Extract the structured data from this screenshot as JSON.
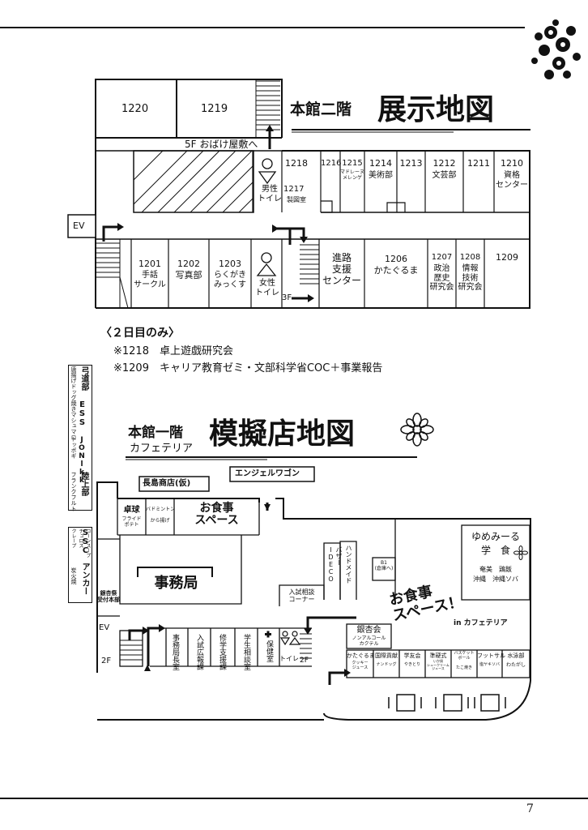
{
  "page": {
    "number": "7"
  },
  "floor2": {
    "title_prefix": "本館二階",
    "title_main": "展示地図",
    "obake": "5F おばけ屋敷へ",
    "ev": "EV",
    "stairs_3f": "3F",
    "rooms_top": [
      {
        "id": "1220",
        "label": "1220"
      },
      {
        "id": "1219",
        "label": "1219"
      }
    ],
    "rooms_upper": [
      {
        "id": "1218",
        "label": "1218"
      },
      {
        "id": "1217",
        "label": "1217",
        "sub": "製図室"
      },
      {
        "id": "1216",
        "label": "1216"
      },
      {
        "id": "1215",
        "label": "1215",
        "sub": "マドレーヌ\nメレンゲ"
      },
      {
        "id": "1214",
        "label": "1214",
        "sub": "美術部"
      },
      {
        "id": "1213",
        "label": "1213"
      },
      {
        "id": "1212",
        "label": "1212",
        "sub": "文芸部"
      },
      {
        "id": "1211",
        "label": "1211"
      },
      {
        "id": "1210",
        "label": "1210",
        "sub": "資格\nセンター"
      }
    ],
    "men_toilet": "男性\nトイレ",
    "women_toilet": "女性\nトイレ",
    "rooms_lower": [
      {
        "id": "1201",
        "label": "1201",
        "sub": "手話\nサークル"
      },
      {
        "id": "1202",
        "label": "1202",
        "sub": "写真部"
      },
      {
        "id": "1203",
        "label": "1203",
        "sub": "らくがき\nみっくす"
      },
      {
        "id": "shinro",
        "label": "進路\n支援\nセンター"
      },
      {
        "id": "1206",
        "label": "1206",
        "sub": "かたぐるま"
      },
      {
        "id": "1207",
        "label": "1207",
        "sub": "政治\n歴史\n研究会"
      },
      {
        "id": "1208",
        "label": "1208",
        "sub": "情報\n技術\n研究会"
      },
      {
        "id": "1209",
        "label": "1209"
      }
    ]
  },
  "notes": {
    "heading": "〈２日目のみ〉",
    "lines": [
      "※1218　卓上遊戯研究会",
      "※1209　キャリア教育ゼミ・文部科学省COC＋事業報告"
    ]
  },
  "side_tags": [
    {
      "main": "弓道部",
      "sub": "唐揚げドッグ"
    },
    {
      "main": "ESS",
      "sub": "焼きマシュマロ"
    },
    {
      "main": "JONlkk",
      "sub": "トッポギ"
    },
    {
      "main": "陸上部",
      "sub": "フランクフルト"
    },
    {
      "main": "SSC",
      "sub": "コーンスープ\nチュロス\nクレープ"
    },
    {
      "main": "アンカー",
      "sub": "炭火焼"
    }
  ],
  "floor1": {
    "title_prefix": "本館一階",
    "title_sub": "カフェテリア",
    "title_main": "模擬店地図",
    "nagashima": "長島商店(仮)",
    "angel": "エンジェルワゴン",
    "takkyu": "卓球",
    "takkyu_sub": "フライド\nポテト",
    "badminton": "バドミントン",
    "badminton_sub": "から揚げ",
    "oshokuji_space": "お食事\nスペース",
    "jimukyoku": "事務局",
    "ginkgo_reception": "銀杏祭\n受付本部",
    "ev": "EV",
    "stairs_2f_left": "2F",
    "stairs_2f_right": "2F",
    "bazaar": "バザー\nIDECO",
    "handmade": "ハンドメイド",
    "b1": "B1\n(倉庫へ)",
    "nyushi_soudan": "入試相談\nコーナー",
    "yumemi": "ゆめみーる\n学　食",
    "amami": "奄美　鶏飯\n沖縄　沖縄ソバ",
    "big_label": "お食事\nスペース！",
    "in_cafe": "in カフェテリア",
    "ginkgo_kai": "銀杏会",
    "ginkgo_kai_sub": "ノンアルコール\nカクテル",
    "offices": [
      {
        "label": "事務局長室"
      },
      {
        "label": "入試広報課"
      },
      {
        "label": "修学支援課"
      },
      {
        "label": "学生相談室"
      },
      {
        "label": "保健室"
      },
      {
        "label": "トイレ"
      }
    ],
    "stalls": [
      {
        "name": "かたぐるま",
        "item": "クッキー\nジュース"
      },
      {
        "name": "国際貢献",
        "item": "ナンドッグ"
      },
      {
        "name": "学友会",
        "item": "やきとり"
      },
      {
        "name": "準硬式",
        "item": "いか焼\nシュークリーム\nジュース"
      },
      {
        "name": "バスケット\nボール",
        "item": "たこ焼き"
      },
      {
        "name": "フットサル",
        "item": "塩ヤキソバ"
      },
      {
        "name": "水泳部",
        "item": "わたがし"
      }
    ]
  }
}
